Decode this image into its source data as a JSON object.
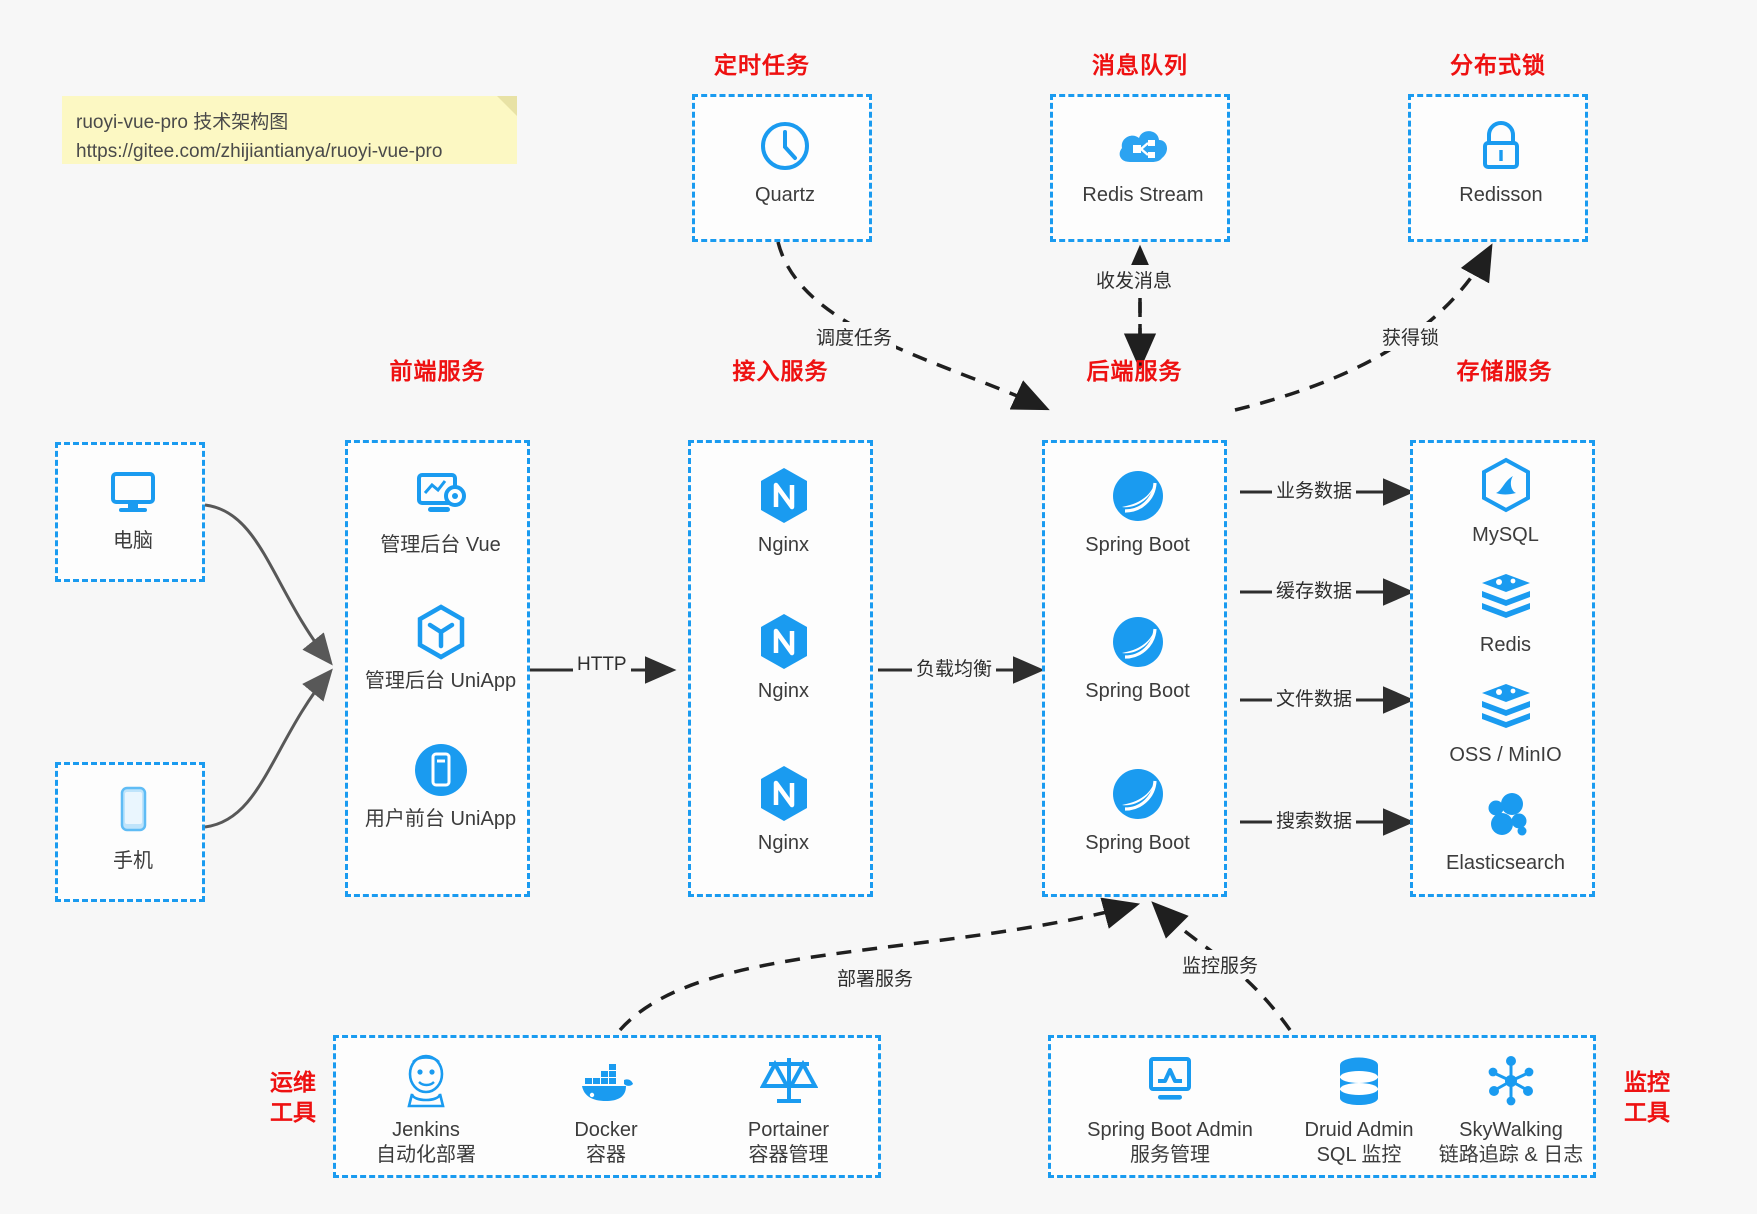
{
  "note": {
    "line1": "ruoyi-vue-pro 技术架构图",
    "line2": "https://gitee.com/zhijiantianya/ruoyi-vue-pro"
  },
  "colors": {
    "box_border": "#1a9bf0",
    "group_title": "#ee1111",
    "icon_blue": "#1a9bf0",
    "arrow_solid": "#2e2e2e",
    "arrow_curve": "#585858",
    "background": "#f7f7f7",
    "note_bg": "#fcf8c3"
  },
  "groups": {
    "scheduler": {
      "title": "定时任务"
    },
    "mq": {
      "title": "消息队列"
    },
    "lock": {
      "title": "分布式锁"
    },
    "frontend": {
      "title": "前端服务"
    },
    "gateway": {
      "title": "接入服务"
    },
    "backend": {
      "title": "后端服务"
    },
    "storage": {
      "title": "存储服务"
    },
    "devops": {
      "title_line1": "运维",
      "title_line2": "工具"
    },
    "monitor": {
      "title_line1": "监控",
      "title_line2": "工具"
    }
  },
  "nodes": {
    "quartz": {
      "label": "Quartz",
      "icon": "clock-icon"
    },
    "redis_stream": {
      "label": "Redis Stream",
      "icon": "cloud-stream-icon"
    },
    "redisson": {
      "label": "Redisson",
      "icon": "lock-icon"
    },
    "computer": {
      "label": "电脑",
      "icon": "desktop-icon"
    },
    "phone": {
      "label": "手机",
      "icon": "mobile-icon"
    },
    "admin_vue": {
      "label": "管理后台 Vue",
      "icon": "dashboard-icon"
    },
    "admin_uniapp": {
      "label": "管理后台 UniApp",
      "icon": "cube-icon"
    },
    "user_uniapp": {
      "label": "用户前台 UniApp",
      "icon": "app-icon"
    },
    "nginx1": {
      "label": "Nginx",
      "icon": "nginx-icon"
    },
    "nginx2": {
      "label": "Nginx",
      "icon": "nginx-icon"
    },
    "nginx3": {
      "label": "Nginx",
      "icon": "nginx-icon"
    },
    "spring1": {
      "label": "Spring Boot",
      "icon": "spring-icon"
    },
    "spring2": {
      "label": "Spring Boot",
      "icon": "spring-icon"
    },
    "spring3": {
      "label": "Spring Boot",
      "icon": "spring-icon"
    },
    "mysql": {
      "label": "MySQL",
      "icon": "mysql-icon"
    },
    "redis": {
      "label": "Redis",
      "icon": "redis-icon"
    },
    "oss": {
      "label": "OSS / MinIO",
      "icon": "redis-icon"
    },
    "elasticsearch": {
      "label": "Elasticsearch",
      "icon": "elasticsearch-icon"
    },
    "jenkins": {
      "label": "Jenkins",
      "sub": "自动化部署",
      "icon": "jenkins-icon"
    },
    "docker": {
      "label": "Docker",
      "sub": "容器",
      "icon": "docker-icon"
    },
    "portainer": {
      "label": "Portainer",
      "sub": "容器管理",
      "icon": "scales-icon"
    },
    "sba": {
      "label": "Spring Boot Admin",
      "sub": "服务管理",
      "icon": "monitor-chart-icon"
    },
    "druid": {
      "label": "Druid Admin",
      "sub": "SQL 监控",
      "icon": "database-icon"
    },
    "skywalking": {
      "label": "SkyWalking",
      "sub": "链路追踪 & 日志",
      "icon": "network-nodes-icon"
    }
  },
  "edges": {
    "schedule_task": "调度任务",
    "mq_message": "收发消息",
    "acquire_lock": "获得锁",
    "http": "HTTP",
    "load_balance": "负载均衡",
    "business_data": "业务数据",
    "cache_data": "缓存数据",
    "file_data": "文件数据",
    "search_data": "搜索数据",
    "deploy_service": "部署服务",
    "monitor_service": "监控服务"
  }
}
